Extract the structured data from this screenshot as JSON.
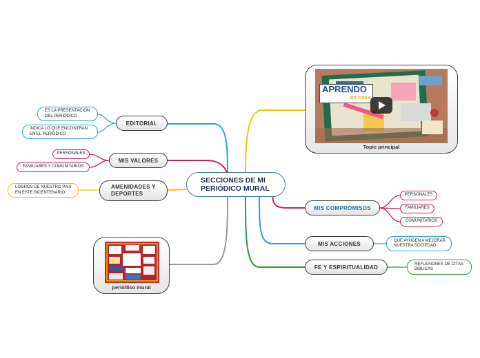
{
  "central": {
    "line1": "SECCIONES DE MI",
    "line2": "PERIÓDICO MURAL"
  },
  "topics": {
    "editorial": "EDITORIAL",
    "valores": "MIS VALORES",
    "amenidades_1": "AMENIDADES Y",
    "amenidades_2": "DEPORTES",
    "compromisos": "MIS COMPROMISOS",
    "acciones": "MIS ACCIONES",
    "fe": "FE Y ESPIRITUALIDAD"
  },
  "subtopics": {
    "editorial_1a": "ES LA PRESENTACIÓN",
    "editorial_1b": "DEL PERIÓDICO",
    "editorial_2a": "INDICA LO QUE ENCONTRAN",
    "editorial_2b": "EN EL PERIÓDICO",
    "valores_1": "PERSONALES",
    "valores_2": "FAMILIARES Y COMUNITARIOS",
    "amenidades_1a": "LOGROS DE NUESTRO PAIS",
    "amenidades_1b": "EN ESTE BICENTENARIO",
    "compromisos_1": "PERSONALES",
    "compromisos_2": "FAMILIARES",
    "compromisos_3": "COMUNITARIOS",
    "acciones_1a": "QUE AYUDEN A MEJORAR",
    "acciones_1b": "NUESTRA SOCIEDAD",
    "fe_1a": "REFLEXIONES DE CITAS",
    "fe_1b": "BIBLICAS"
  },
  "images": {
    "topic_caption": "Topic principal",
    "mural_caption": "periódico mural",
    "video_logo_1": "APRENDO",
    "video_logo_2": "en casa",
    "video_icon": "play-icon"
  },
  "colors": {
    "central_border": "#3a78b0",
    "compromisos_text": "#1e6fb5",
    "blue_branch": "#2aa0d8",
    "red_branch": "#d02050",
    "yellow_branch": "#f2c200",
    "green_branch": "#2d9a3c",
    "gray_branch": "#999999"
  }
}
